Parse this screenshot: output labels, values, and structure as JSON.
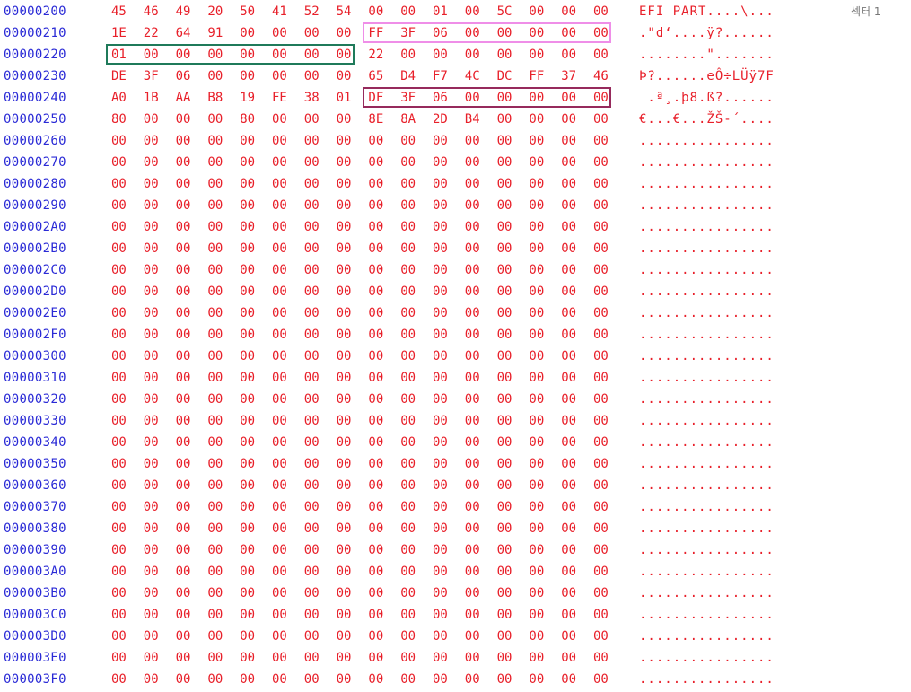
{
  "sector_label": "섹터 1",
  "rows": [
    {
      "address": "00000200",
      "bytes": [
        "45",
        "46",
        "49",
        "20",
        "50",
        "41",
        "52",
        "54",
        "00",
        "00",
        "01",
        "00",
        "5C",
        "00",
        "00",
        "00"
      ],
      "ascii": "EFI PART....\\..."
    },
    {
      "address": "00000210",
      "bytes": [
        "1E",
        "22",
        "64",
        "91",
        "00",
        "00",
        "00",
        "00",
        "FF",
        "3F",
        "06",
        "00",
        "00",
        "00",
        "00",
        "00"
      ],
      "ascii": ".\"d‘....ÿ?......"
    },
    {
      "address": "00000220",
      "bytes": [
        "01",
        "00",
        "00",
        "00",
        "00",
        "00",
        "00",
        "00",
        "22",
        "00",
        "00",
        "00",
        "00",
        "00",
        "00",
        "00"
      ],
      "ascii": "........\"......."
    },
    {
      "address": "00000230",
      "bytes": [
        "DE",
        "3F",
        "06",
        "00",
        "00",
        "00",
        "00",
        "00",
        "65",
        "D4",
        "F7",
        "4C",
        "DC",
        "FF",
        "37",
        "46"
      ],
      "ascii": "Þ?......eÔ÷LÜÿ7F"
    },
    {
      "address": "00000240",
      "bytes": [
        "A0",
        "1B",
        "AA",
        "B8",
        "19",
        "FE",
        "38",
        "01",
        "DF",
        "3F",
        "06",
        "00",
        "00",
        "00",
        "00",
        "00"
      ],
      "ascii": " .ª¸.þ8.ß?......"
    },
    {
      "address": "00000250",
      "bytes": [
        "80",
        "00",
        "00",
        "00",
        "80",
        "00",
        "00",
        "00",
        "8E",
        "8A",
        "2D",
        "B4",
        "00",
        "00",
        "00",
        "00"
      ],
      "ascii": "€...€...ŽŠ-´...."
    },
    {
      "address": "00000260",
      "bytes": [
        "00",
        "00",
        "00",
        "00",
        "00",
        "00",
        "00",
        "00",
        "00",
        "00",
        "00",
        "00",
        "00",
        "00",
        "00",
        "00"
      ],
      "ascii": "................"
    },
    {
      "address": "00000270",
      "bytes": [
        "00",
        "00",
        "00",
        "00",
        "00",
        "00",
        "00",
        "00",
        "00",
        "00",
        "00",
        "00",
        "00",
        "00",
        "00",
        "00"
      ],
      "ascii": "................"
    },
    {
      "address": "00000280",
      "bytes": [
        "00",
        "00",
        "00",
        "00",
        "00",
        "00",
        "00",
        "00",
        "00",
        "00",
        "00",
        "00",
        "00",
        "00",
        "00",
        "00"
      ],
      "ascii": "................"
    },
    {
      "address": "00000290",
      "bytes": [
        "00",
        "00",
        "00",
        "00",
        "00",
        "00",
        "00",
        "00",
        "00",
        "00",
        "00",
        "00",
        "00",
        "00",
        "00",
        "00"
      ],
      "ascii": "................"
    },
    {
      "address": "000002A0",
      "bytes": [
        "00",
        "00",
        "00",
        "00",
        "00",
        "00",
        "00",
        "00",
        "00",
        "00",
        "00",
        "00",
        "00",
        "00",
        "00",
        "00"
      ],
      "ascii": "................"
    },
    {
      "address": "000002B0",
      "bytes": [
        "00",
        "00",
        "00",
        "00",
        "00",
        "00",
        "00",
        "00",
        "00",
        "00",
        "00",
        "00",
        "00",
        "00",
        "00",
        "00"
      ],
      "ascii": "................"
    },
    {
      "address": "000002C0",
      "bytes": [
        "00",
        "00",
        "00",
        "00",
        "00",
        "00",
        "00",
        "00",
        "00",
        "00",
        "00",
        "00",
        "00",
        "00",
        "00",
        "00"
      ],
      "ascii": "................"
    },
    {
      "address": "000002D0",
      "bytes": [
        "00",
        "00",
        "00",
        "00",
        "00",
        "00",
        "00",
        "00",
        "00",
        "00",
        "00",
        "00",
        "00",
        "00",
        "00",
        "00"
      ],
      "ascii": "................"
    },
    {
      "address": "000002E0",
      "bytes": [
        "00",
        "00",
        "00",
        "00",
        "00",
        "00",
        "00",
        "00",
        "00",
        "00",
        "00",
        "00",
        "00",
        "00",
        "00",
        "00"
      ],
      "ascii": "................"
    },
    {
      "address": "000002F0",
      "bytes": [
        "00",
        "00",
        "00",
        "00",
        "00",
        "00",
        "00",
        "00",
        "00",
        "00",
        "00",
        "00",
        "00",
        "00",
        "00",
        "00"
      ],
      "ascii": "................"
    },
    {
      "address": "00000300",
      "bytes": [
        "00",
        "00",
        "00",
        "00",
        "00",
        "00",
        "00",
        "00",
        "00",
        "00",
        "00",
        "00",
        "00",
        "00",
        "00",
        "00"
      ],
      "ascii": "................"
    },
    {
      "address": "00000310",
      "bytes": [
        "00",
        "00",
        "00",
        "00",
        "00",
        "00",
        "00",
        "00",
        "00",
        "00",
        "00",
        "00",
        "00",
        "00",
        "00",
        "00"
      ],
      "ascii": "................"
    },
    {
      "address": "00000320",
      "bytes": [
        "00",
        "00",
        "00",
        "00",
        "00",
        "00",
        "00",
        "00",
        "00",
        "00",
        "00",
        "00",
        "00",
        "00",
        "00",
        "00"
      ],
      "ascii": "................"
    },
    {
      "address": "00000330",
      "bytes": [
        "00",
        "00",
        "00",
        "00",
        "00",
        "00",
        "00",
        "00",
        "00",
        "00",
        "00",
        "00",
        "00",
        "00",
        "00",
        "00"
      ],
      "ascii": "................"
    },
    {
      "address": "00000340",
      "bytes": [
        "00",
        "00",
        "00",
        "00",
        "00",
        "00",
        "00",
        "00",
        "00",
        "00",
        "00",
        "00",
        "00",
        "00",
        "00",
        "00"
      ],
      "ascii": "................"
    },
    {
      "address": "00000350",
      "bytes": [
        "00",
        "00",
        "00",
        "00",
        "00",
        "00",
        "00",
        "00",
        "00",
        "00",
        "00",
        "00",
        "00",
        "00",
        "00",
        "00"
      ],
      "ascii": "................"
    },
    {
      "address": "00000360",
      "bytes": [
        "00",
        "00",
        "00",
        "00",
        "00",
        "00",
        "00",
        "00",
        "00",
        "00",
        "00",
        "00",
        "00",
        "00",
        "00",
        "00"
      ],
      "ascii": "................"
    },
    {
      "address": "00000370",
      "bytes": [
        "00",
        "00",
        "00",
        "00",
        "00",
        "00",
        "00",
        "00",
        "00",
        "00",
        "00",
        "00",
        "00",
        "00",
        "00",
        "00"
      ],
      "ascii": "................"
    },
    {
      "address": "00000380",
      "bytes": [
        "00",
        "00",
        "00",
        "00",
        "00",
        "00",
        "00",
        "00",
        "00",
        "00",
        "00",
        "00",
        "00",
        "00",
        "00",
        "00"
      ],
      "ascii": "................"
    },
    {
      "address": "00000390",
      "bytes": [
        "00",
        "00",
        "00",
        "00",
        "00",
        "00",
        "00",
        "00",
        "00",
        "00",
        "00",
        "00",
        "00",
        "00",
        "00",
        "00"
      ],
      "ascii": "................"
    },
    {
      "address": "000003A0",
      "bytes": [
        "00",
        "00",
        "00",
        "00",
        "00",
        "00",
        "00",
        "00",
        "00",
        "00",
        "00",
        "00",
        "00",
        "00",
        "00",
        "00"
      ],
      "ascii": "................"
    },
    {
      "address": "000003B0",
      "bytes": [
        "00",
        "00",
        "00",
        "00",
        "00",
        "00",
        "00",
        "00",
        "00",
        "00",
        "00",
        "00",
        "00",
        "00",
        "00",
        "00"
      ],
      "ascii": "................"
    },
    {
      "address": "000003C0",
      "bytes": [
        "00",
        "00",
        "00",
        "00",
        "00",
        "00",
        "00",
        "00",
        "00",
        "00",
        "00",
        "00",
        "00",
        "00",
        "00",
        "00"
      ],
      "ascii": "................"
    },
    {
      "address": "000003D0",
      "bytes": [
        "00",
        "00",
        "00",
        "00",
        "00",
        "00",
        "00",
        "00",
        "00",
        "00",
        "00",
        "00",
        "00",
        "00",
        "00",
        "00"
      ],
      "ascii": "................"
    },
    {
      "address": "000003E0",
      "bytes": [
        "00",
        "00",
        "00",
        "00",
        "00",
        "00",
        "00",
        "00",
        "00",
        "00",
        "00",
        "00",
        "00",
        "00",
        "00",
        "00"
      ],
      "ascii": "................"
    },
    {
      "address": "000003F0",
      "bytes": [
        "00",
        "00",
        "00",
        "00",
        "00",
        "00",
        "00",
        "00",
        "00",
        "00",
        "00",
        "00",
        "00",
        "00",
        "00",
        "00"
      ],
      "ascii": "................"
    }
  ],
  "highlights": [
    {
      "row": 1,
      "start": 8,
      "end": 15,
      "color": "#ef8ee8"
    },
    {
      "row": 2,
      "start": 0,
      "end": 7,
      "color": "#1f7a5a"
    },
    {
      "row": 4,
      "start": 8,
      "end": 15,
      "color": "#962a5c"
    }
  ],
  "colors": {
    "address": "#2a2ad6",
    "bytes": "#e8202a",
    "ascii": "#e8202a"
  }
}
